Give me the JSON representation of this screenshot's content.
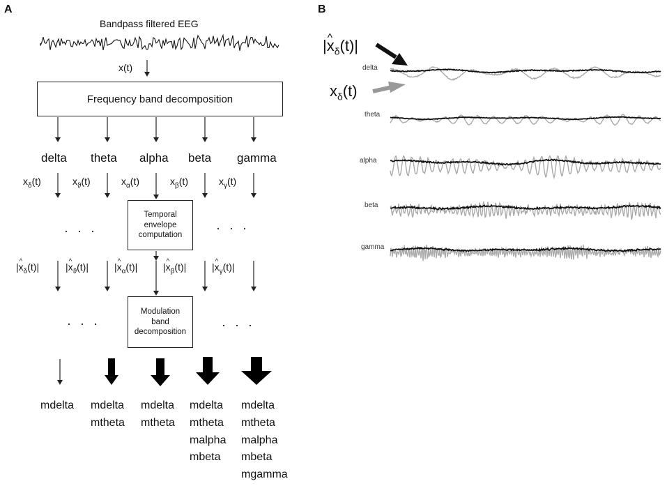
{
  "panels": {
    "a_label": "A",
    "b_label": "B"
  },
  "panel_a": {
    "input_title": "Bandpass filtered EEG",
    "input_signal": "x(t)",
    "decomposition_box": "Frequency band decomposition",
    "bands": [
      "delta",
      "theta",
      "alpha",
      "beta",
      "gamma"
    ],
    "signals": [
      {
        "base": "x",
        "sub": "δ",
        "suffix": "(t)"
      },
      {
        "base": "x",
        "sub": "ϑ",
        "suffix": "(t)"
      },
      {
        "base": "x",
        "sub": "α",
        "suffix": "(t)"
      },
      {
        "base": "x",
        "sub": "β",
        "suffix": "(t)"
      },
      {
        "base": "x",
        "sub": "γ",
        "suffix": "(t)"
      }
    ],
    "envelope_box": "Temporal\nenvelope\ncomputation",
    "envelopes": [
      {
        "base": "x",
        "sub": "δ",
        "suffix": "(t)"
      },
      {
        "base": "x",
        "sub": "ϑ",
        "suffix": "(t)"
      },
      {
        "base": "x",
        "sub": "α",
        "suffix": "(t)"
      },
      {
        "base": "x",
        "sub": "β",
        "suffix": "(t)"
      },
      {
        "base": "x",
        "sub": "γ",
        "suffix": "(t)"
      }
    ],
    "modulation_box": "Modulation\nband\ndecomposition",
    "ellipsis": "· · ·",
    "outputs": [
      "mdelta",
      "mdelta\nmtheta",
      "mdelta\nmtheta",
      "mdelta\nmtheta\nmalpha\nmbeta",
      "mdelta\nmtheta\nmalpha\nmbeta\nmgamma"
    ]
  },
  "panel_b": {
    "envelope_legend": {
      "base": "x",
      "sub": "δ",
      "suffix": "(t)"
    },
    "signal_legend": {
      "base": "x",
      "sub": "δ",
      "suffix": "(t)"
    },
    "traces": [
      {
        "label": "delta",
        "freq": 1.2
      },
      {
        "label": "theta",
        "freq": 3
      },
      {
        "label": "alpha",
        "freq": 6
      },
      {
        "label": "beta",
        "freq": 12
      },
      {
        "label": "gamma",
        "freq": 22
      }
    ],
    "colors": {
      "envelope": "#111111",
      "signal": "#aaaaaa",
      "signal_arrow": "#999999"
    }
  }
}
